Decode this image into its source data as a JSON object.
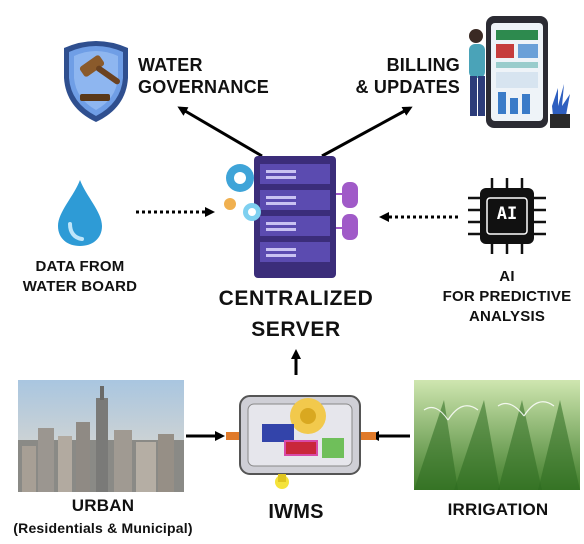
{
  "diagram": {
    "center": {
      "line1": "CENTRALIZED",
      "line2": "SERVER"
    },
    "governance": {
      "line1": "WATER",
      "line2": "GOVERNANCE"
    },
    "billing": {
      "line1": "BILLING",
      "line2": "& UPDATES"
    },
    "water_board": {
      "line1": "DATA FROM",
      "line2": "WATER BOARD"
    },
    "ai": {
      "chip_text": "AI",
      "line1": "AI",
      "line2": "FOR PREDICTIVE",
      "line3": "ANALYSIS"
    },
    "urban": {
      "line1": "URBAN",
      "line2": "(Residentials & Municipal)"
    },
    "iwms": {
      "label": "IWMS"
    },
    "irrigation": {
      "label": "IRRIGATION"
    }
  },
  "colors": {
    "arrow": "#000000",
    "drop": "#2e9bd6",
    "badge": "#4a78c9",
    "server": "#4b3a8f",
    "gear": "#3fa4d8",
    "chip": "#111111"
  }
}
